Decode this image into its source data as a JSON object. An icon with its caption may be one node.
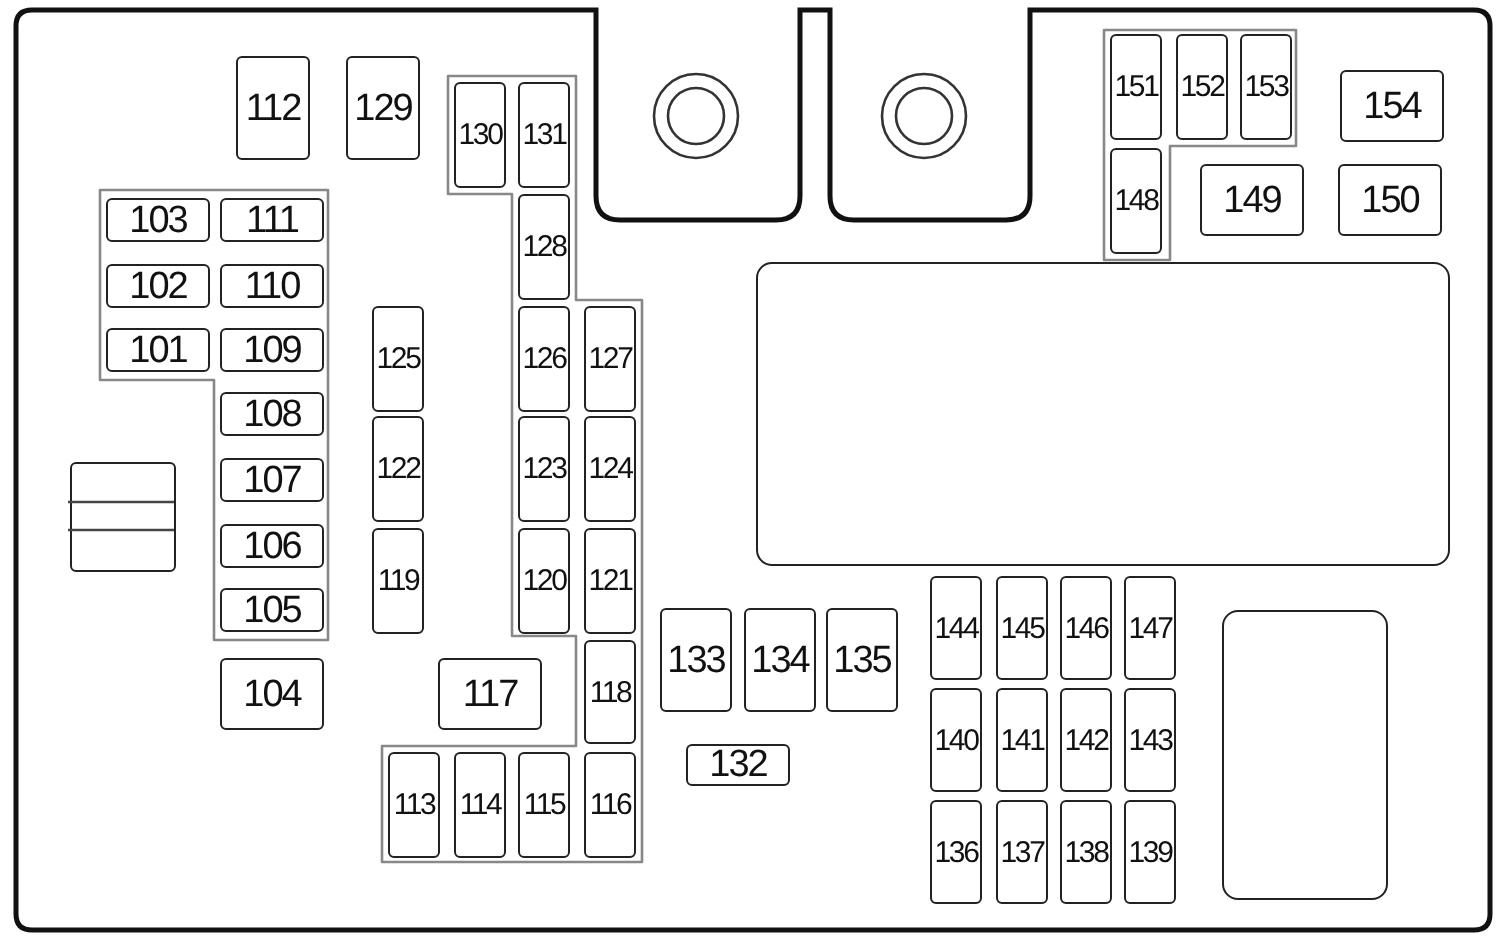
{
  "diagram": {
    "nodes": [
      {
        "text": [
          "112"
        ]
      },
      {
        "text": [
          "129"
        ]
      },
      {
        "text": [
          "130"
        ]
      },
      {
        "text": [
          "131"
        ]
      },
      {
        "text": [
          "151"
        ]
      },
      {
        "text": [
          "152"
        ]
      },
      {
        "text": [
          "153"
        ]
      },
      {
        "text": [
          "154"
        ]
      },
      {
        "text": [
          "148"
        ]
      },
      {
        "text": [
          "149"
        ]
      },
      {
        "text": [
          "150"
        ]
      },
      {
        "text": [
          "103"
        ]
      },
      {
        "text": [
          "111"
        ]
      },
      {
        "text": [
          "128"
        ]
      },
      {
        "text": [
          "102"
        ]
      },
      {
        "text": [
          "110"
        ]
      },
      {
        "text": [
          "101"
        ]
      },
      {
        "text": [
          "109"
        ]
      },
      {
        "text": [
          "125"
        ]
      },
      {
        "text": [
          "126"
        ]
      },
      {
        "text": [
          "127"
        ]
      },
      {
        "text": [],
        "shape": "box"
      },
      {
        "text": [
          "108"
        ]
      },
      {
        "text": [],
        "shape": "box"
      },
      {
        "text": [
          "107"
        ]
      },
      {
        "text": [
          "122"
        ]
      },
      {
        "text": [
          "123"
        ]
      },
      {
        "text": [
          "124"
        ]
      },
      {
        "text": [
          "106"
        ]
      },
      {
        "text": [
          "119"
        ]
      },
      {
        "text": [
          "120"
        ]
      },
      {
        "text": [
          "121"
        ]
      },
      {
        "text": [
          "105"
        ]
      },
      {
        "text": [
          "144"
        ]
      },
      {
        "text": [
          "145"
        ]
      },
      {
        "text": [
          "146"
        ]
      },
      {
        "text": [
          "147"
        ]
      },
      {
        "text": [
          "133"
        ]
      },
      {
        "text": [
          "134"
        ]
      },
      {
        "text": [
          "135"
        ]
      },
      {
        "text": [],
        "shape": "box"
      },
      {
        "text": [
          "104"
        ]
      },
      {
        "text": [
          "117"
        ]
      },
      {
        "text": [
          "118"
        ]
      },
      {
        "text": [
          "140"
        ]
      },
      {
        "text": [
          "141"
        ]
      },
      {
        "text": [
          "142"
        ]
      },
      {
        "text": [
          "143"
        ]
      },
      {
        "text": [
          "132"
        ]
      },
      {
        "text": [
          "113"
        ]
      },
      {
        "text": [
          "114"
        ]
      },
      {
        "text": [
          "115"
        ]
      },
      {
        "text": [
          "116"
        ]
      },
      {
        "text": [
          "136"
        ]
      },
      {
        "text": [
          "137"
        ]
      },
      {
        "text": [
          "138"
        ]
      },
      {
        "text": [
          "139"
        ]
      }
    ]
  }
}
